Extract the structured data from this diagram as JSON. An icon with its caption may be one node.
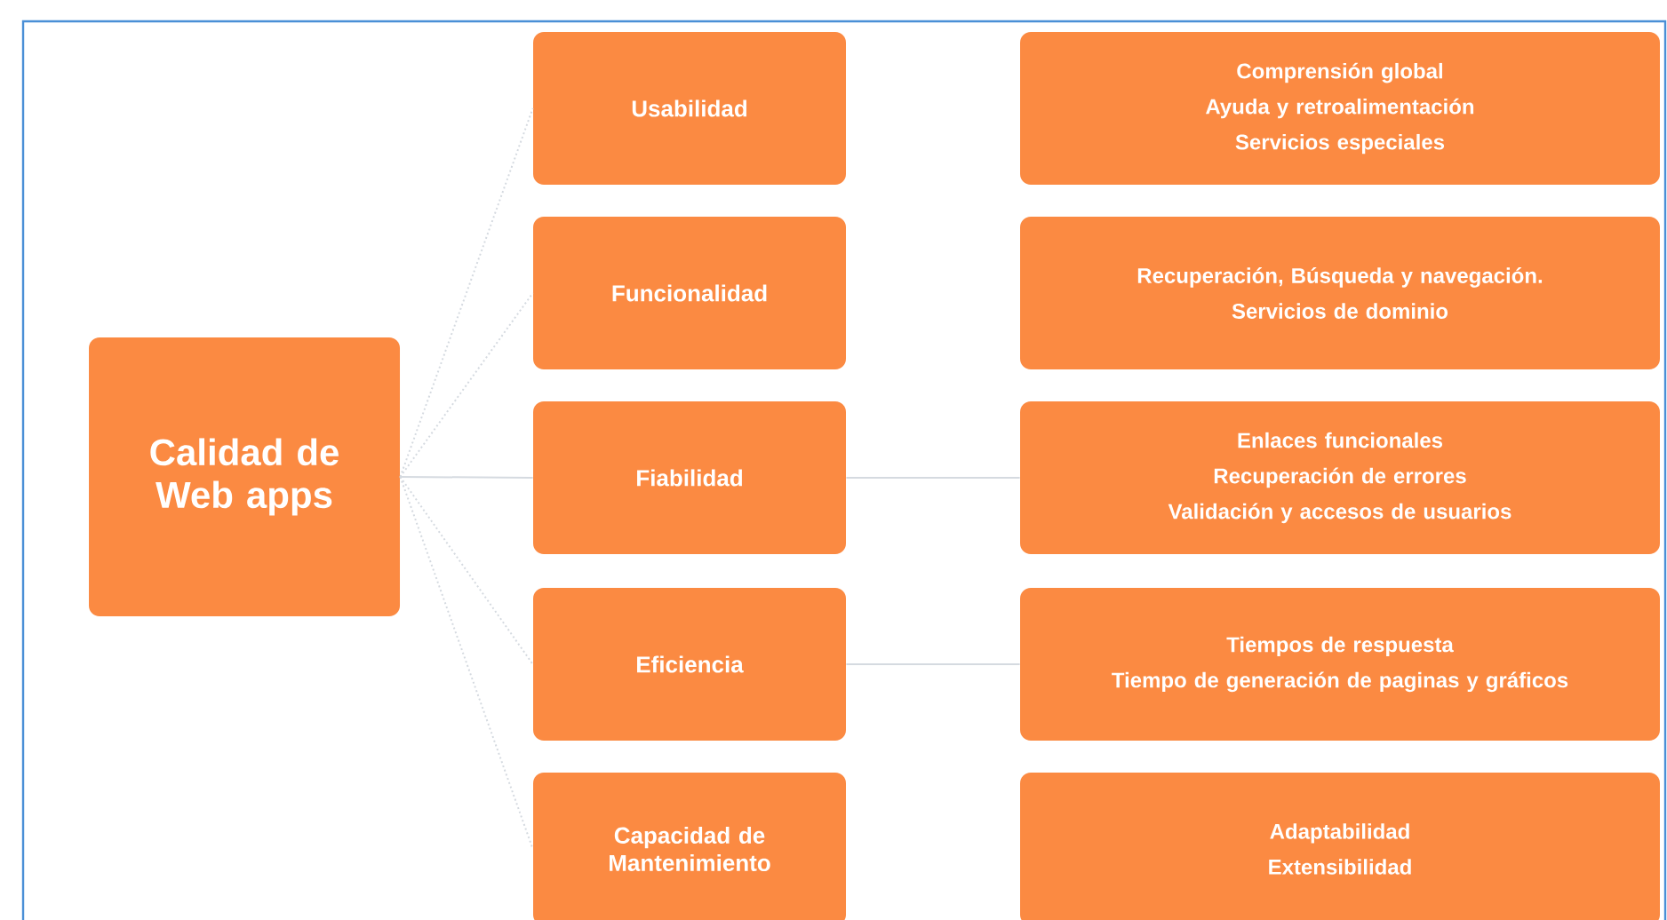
{
  "diagram": {
    "nodes": [
      {
        "text": [
          "Calidad de Web apps"
        ]
      },
      {
        "text": [
          "Usabilidad"
        ]
      },
      {
        "text": [
          "Funcionalidad"
        ]
      },
      {
        "text": [
          "Fiabilidad"
        ]
      },
      {
        "text": [
          "Eficiencia"
        ]
      },
      {
        "text": [
          "Capacidad de Mantenimiento"
        ]
      },
      {
        "text": [
          "Comprensión global",
          "Ayuda y retroalimentación",
          "Servicios especiales"
        ]
      },
      {
        "text": [
          "Recuperación, Búsqueda  y navegación.",
          "Servicios de dominio"
        ]
      },
      {
        "text": [
          "Enlaces funcionales",
          "Recuperación de errores",
          "Validación y accesos de usuarios"
        ]
      },
      {
        "text": [
          "Tiempos de respuesta",
          "Tiempo de generación de paginas y gráficos"
        ]
      },
      {
        "text": [
          "Adaptabilidad",
          "Extensibilidad"
        ]
      }
    ],
    "edges": [
      {
        "from": 0,
        "to": 1,
        "arrow": "none",
        "style": "dashed"
      },
      {
        "from": 0,
        "to": 2,
        "arrow": "none",
        "style": "dashed"
      },
      {
        "from": 0,
        "to": 3,
        "arrow": "none"
      },
      {
        "from": 0,
        "to": 4,
        "arrow": "none",
        "style": "dashed"
      },
      {
        "from": 0,
        "to": 5,
        "arrow": "none",
        "style": "dashed"
      },
      {
        "from": 3,
        "to": 8,
        "arrow": "none"
      },
      {
        "from": 4,
        "to": 9,
        "arrow": "none"
      }
    ]
  }
}
